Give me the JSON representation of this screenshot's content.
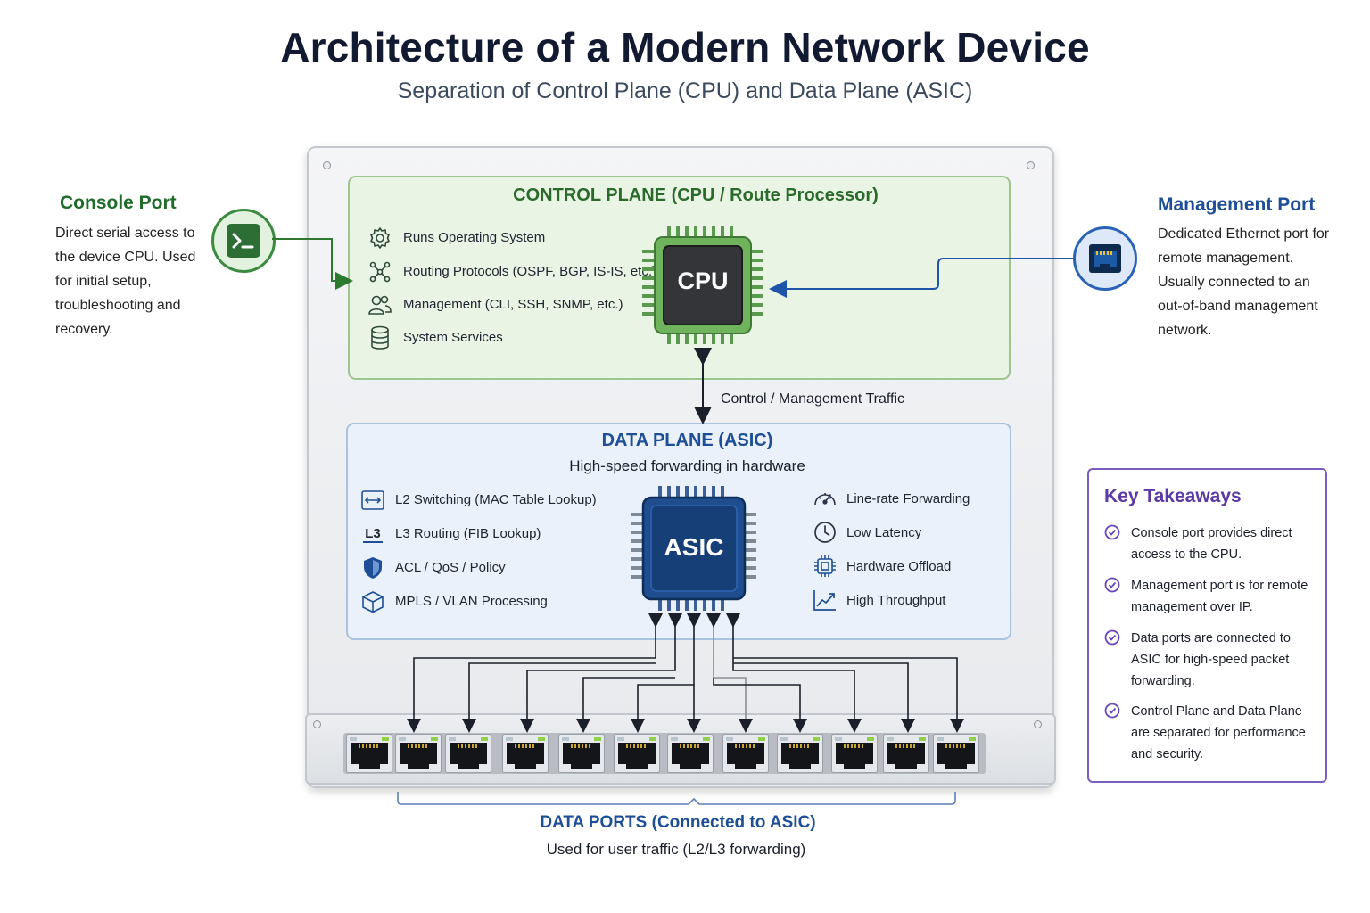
{
  "header": {
    "title": "Architecture of a Modern Network Device",
    "subtitle": "Separation of Control Plane (CPU) and Data Plane (ASIC)"
  },
  "console_port": {
    "title": "Console Port",
    "body": "Direct serial access to the device CPU. Used for initial setup, troubleshooting and recovery.",
    "icon": "terminal-icon"
  },
  "management_port": {
    "title": "Management Port",
    "body": "Dedicated Ethernet port for remote management. Usually connected to an out-of-band management network.",
    "icon": "ethernet-port-icon"
  },
  "control_plane": {
    "title": "CONTROL PLANE (CPU / Route Processor)",
    "chip_label": "CPU",
    "features": [
      {
        "label": "Runs Operating System",
        "icon": "gear-icon"
      },
      {
        "label": "Routing Protocols (OSPF, BGP, IS-IS, etc.)",
        "icon": "network-icon"
      },
      {
        "label": "Management (CLI, SSH, SNMP, etc.)",
        "icon": "users-icon"
      },
      {
        "label": "System Services",
        "icon": "database-icon"
      }
    ]
  },
  "link_label": "Control / Management Traffic",
  "data_plane": {
    "title": "DATA PLANE (ASIC)",
    "subtitle": "High-speed forwarding in hardware",
    "chip_label": "ASIC",
    "left_features": [
      {
        "label": "L2 Switching (MAC Table Lookup)",
        "icon": "switch-icon"
      },
      {
        "label": "L3 Routing (FIB Lookup)",
        "icon": "l3-icon",
        "icon_text": "L3"
      },
      {
        "label": "ACL / QoS / Policy",
        "icon": "shield-icon"
      },
      {
        "label": "MPLS / VLAN Processing",
        "icon": "cube-icon"
      }
    ],
    "right_features": [
      {
        "label": "Line-rate Forwarding",
        "icon": "speedometer-icon"
      },
      {
        "label": "Low Latency",
        "icon": "clock-icon"
      },
      {
        "label": "Hardware Offload",
        "icon": "chip-icon"
      },
      {
        "label": "High Throughput",
        "icon": "chart-up-icon"
      }
    ]
  },
  "data_ports": {
    "title": "DATA PORTS (Connected to ASIC)",
    "subtitle": "Used for user traffic (L2/L3 forwarding)",
    "count": 12
  },
  "key_takeaways": {
    "title": "Key Takeaways",
    "items": [
      "Console port provides direct access to the CPU.",
      "Management port is for remote management over IP.",
      "Data ports are connected to ASIC for high-speed packet forwarding.",
      "Control Plane and Data Plane are separated for performance and security."
    ]
  },
  "colors": {
    "control_green": "#2a6a2b",
    "data_blue": "#1e4f96",
    "takeaway_purple": "#5b3aa6"
  }
}
